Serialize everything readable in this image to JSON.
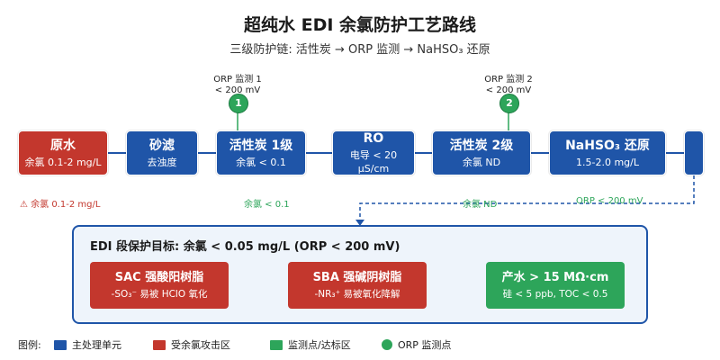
{
  "title": "超纯水 EDI 余氯防护工艺路线",
  "subtitle": "三级防护链: 活性炭 → ORP 监测 → NaHSO₃ 还原",
  "orp_monitors": [
    {
      "label": "ORP 监测 1",
      "value": "< 200 mV",
      "number": "1"
    },
    {
      "label": "ORP 监测 2",
      "value": "< 200 mV",
      "number": "2"
    }
  ],
  "process_units": [
    {
      "name": "原水",
      "detail": "余氯 0.1-2 mg/L",
      "kind": "attack"
    },
    {
      "name": "砂滤",
      "detail": "去浊度",
      "kind": "main"
    },
    {
      "name": "活性炭 1级",
      "detail": "余氯 < 0.1",
      "kind": "main"
    },
    {
      "name": "RO",
      "detail": "电导 < 20 μS/cm",
      "kind": "main"
    },
    {
      "name": "活性炭 2级",
      "detail": "余氯 ND",
      "kind": "main"
    },
    {
      "name": "NaHSO₃ 还原",
      "detail": "1.5-2.0 mg/L",
      "kind": "main"
    },
    {
      "name": "",
      "detail": "",
      "kind": "main"
    }
  ],
  "status_labels": [
    {
      "text": "⚠ 余氯 0.1-2 mg/L",
      "color": "#c3372d"
    },
    {
      "text": "余氯 < 0.1",
      "color": "#2da55a"
    },
    {
      "text": "余氯 ND",
      "color": "#2da55a"
    },
    {
      "text": "ORP < 200 mV",
      "color": "#2da55a"
    }
  ],
  "edi_section": {
    "title": "EDI 段保护目标: 余氯 < 0.05 mg/L (ORP < 200 mV)",
    "items": [
      {
        "name": "SAC 强酸阳树脂",
        "detail": "-SO₃⁻ 易被 HClO 氧化",
        "kind": "attack"
      },
      {
        "name": "SBA 强碱阴树脂",
        "detail": "-NR₃⁺ 易被氧化降解",
        "kind": "attack"
      },
      {
        "name": "产水 > 15 MΩ·cm",
        "detail": "硅 < 5 ppb, TOC < 0.5",
        "kind": "monitor"
      }
    ]
  },
  "legend": {
    "title": "图例:",
    "items": [
      {
        "label": "主处理单元",
        "color": "#1f55a8",
        "shape": "square"
      },
      {
        "label": "受余氯攻击区",
        "color": "#c3372d",
        "shape": "square"
      },
      {
        "label": "监测点/达标区",
        "color": "#2da55a",
        "shape": "square"
      },
      {
        "label": "ORP 监测点",
        "color": "#2da55a",
        "shape": "circle"
      }
    ]
  },
  "colors": {
    "main": "#1f55a8",
    "attack": "#c3372d",
    "monitor": "#2da55a",
    "panel_bg": "#eef4fb"
  }
}
